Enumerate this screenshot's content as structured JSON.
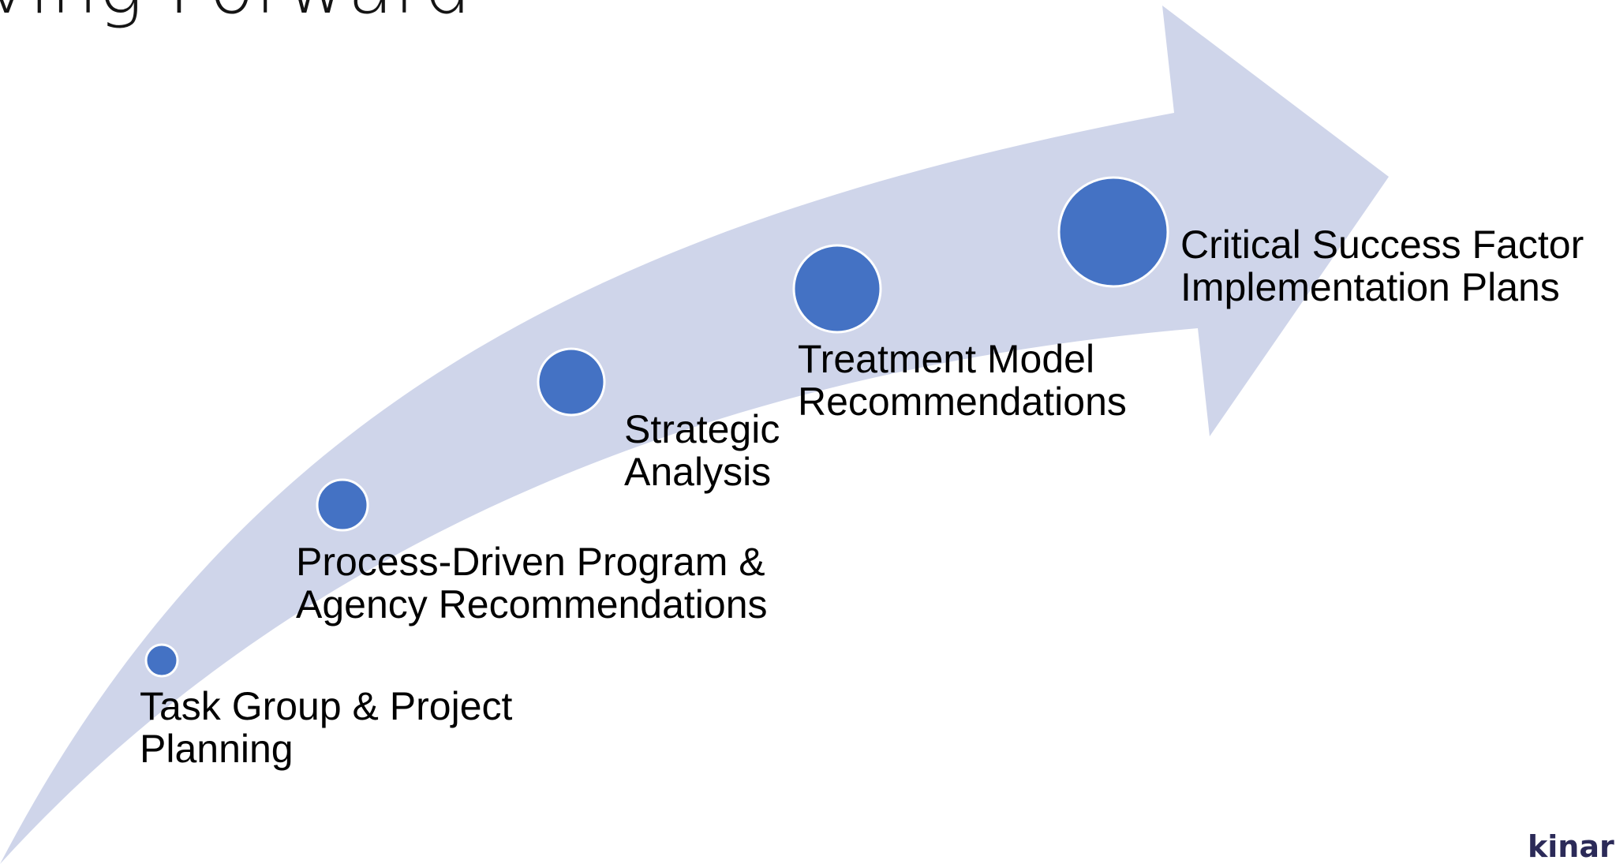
{
  "slide": {
    "title": "oving Forward",
    "logo_text": "kinarl"
  },
  "colors": {
    "arrow": "#cfd5ea",
    "milestone": "#4472c4",
    "milestone_border": "#ffffff",
    "text": "#000000"
  },
  "steps": [
    {
      "line1": "Task Group & Project",
      "line2": "Planning"
    },
    {
      "line1": "Process-Driven Program &",
      "line2": "Agency Recommendations"
    },
    {
      "line1": "Strategic",
      "line2": "Analysis"
    },
    {
      "line1": "Treatment Model",
      "line2": "Recommendations"
    },
    {
      "line1": "Critical Success Factor",
      "line2": "Implementation Plans"
    }
  ]
}
